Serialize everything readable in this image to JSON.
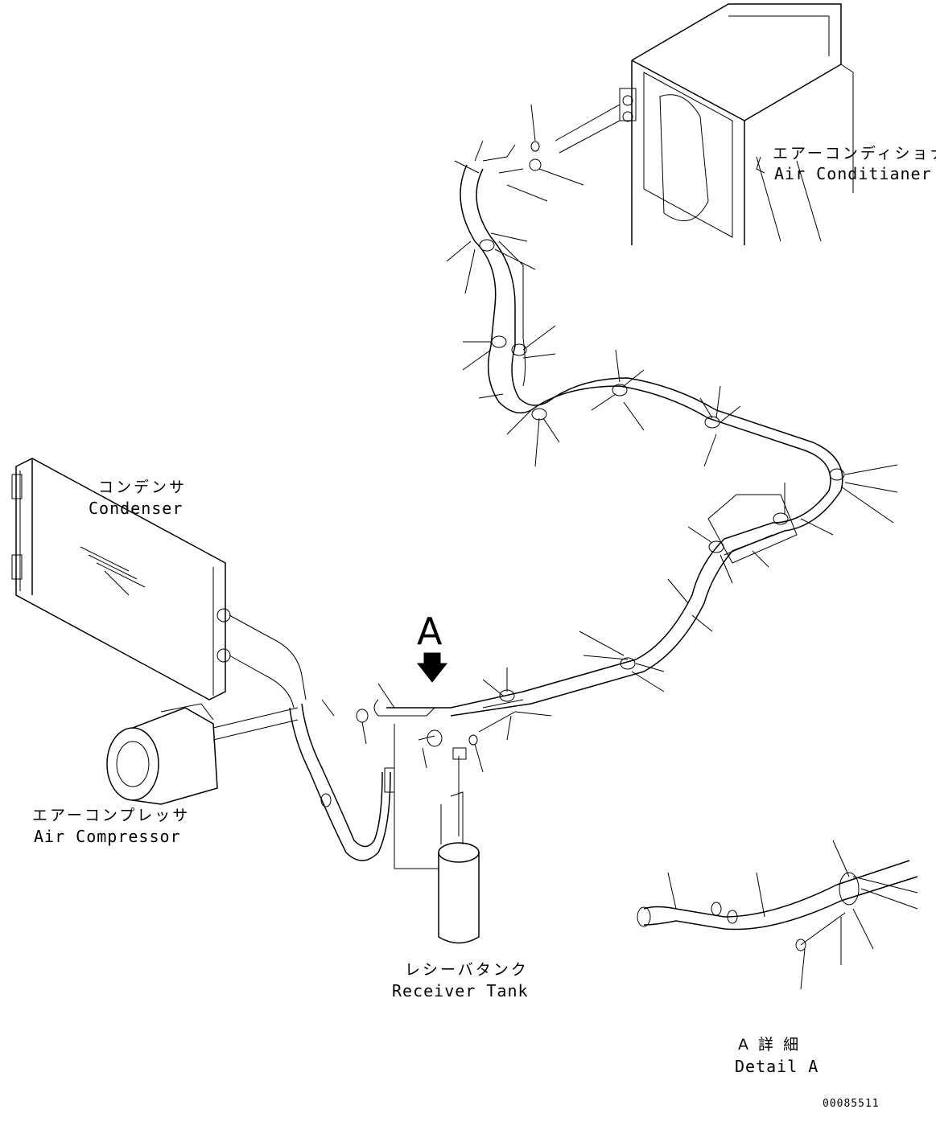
{
  "labels": {
    "air_conditioner_jp": "エアーコンディショナ",
    "air_conditioner_en": "Air Conditianer",
    "condenser_jp": "コンデンサ",
    "condenser_en": "Condenser",
    "air_compressor_jp": "エアーコンプレッサ",
    "air_compressor_en": "Air Compressor",
    "receiver_tank_jp": "レシーバタンク",
    "receiver_tank_en": "Receiver Tank",
    "view_marker": "A",
    "detail_jp": "A 詳 細",
    "detail_en": "Detail A",
    "drawing_number": "00085511"
  }
}
